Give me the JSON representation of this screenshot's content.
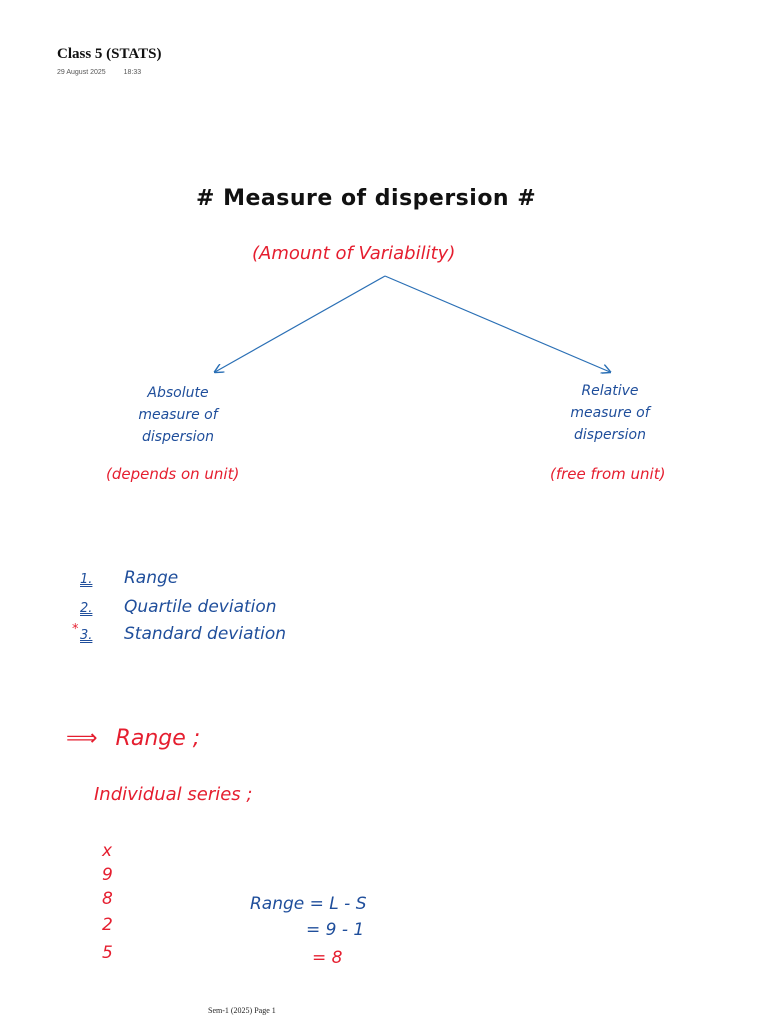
{
  "page": {
    "title": "Class 5 (STATS)",
    "date": "29 August 2025",
    "time": "18:33",
    "footer": "Sem-1 (2025) Page 1"
  },
  "notes": {
    "heading": "# Measure of dispersion #",
    "subheading": "(Amount of Variability)",
    "absolute": {
      "title": "Absolute\nmeasure of\ndispersion",
      "note": "(depends on unit)"
    },
    "relative": {
      "title": "Relative\nmeasure of\ndispersion",
      "note": "(free from unit)"
    },
    "types": [
      {
        "num": "1.",
        "label": "Range"
      },
      {
        "num": "2.",
        "label": "Quartile deviation"
      },
      {
        "num": "3.",
        "label": "Standard deviation"
      }
    ],
    "star": "*",
    "range_section": {
      "arrow": "⟹",
      "title": "Range ;",
      "individual": "Individual series ;",
      "x_header": "x",
      "x_values": [
        "9",
        "8",
        "2",
        "5"
      ],
      "formula": [
        "Range  =   L - S",
        "=   9 - 1",
        "= 8"
      ]
    }
  },
  "colors": {
    "black_ink": "#111111",
    "red_ink": "#e51e2f",
    "blue_ink": "#1f4e9b"
  }
}
